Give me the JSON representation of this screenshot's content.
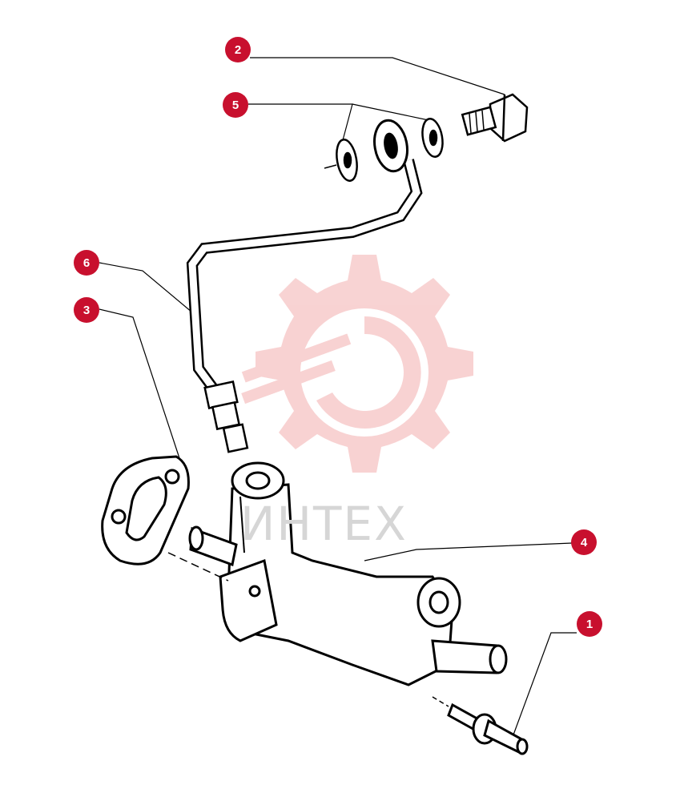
{
  "callouts": [
    {
      "id": "1",
      "label": "1"
    },
    {
      "id": "2",
      "label": "2"
    },
    {
      "id": "3",
      "label": "3"
    },
    {
      "id": "4",
      "label": "4"
    },
    {
      "id": "5",
      "label": "5"
    },
    {
      "id": "6",
      "label": "6"
    }
  ],
  "watermark": {
    "text": "ИНТЕХ"
  },
  "colors": {
    "callout": "#c8102e",
    "watermark": "#f4b6b6",
    "line": "#000000"
  }
}
